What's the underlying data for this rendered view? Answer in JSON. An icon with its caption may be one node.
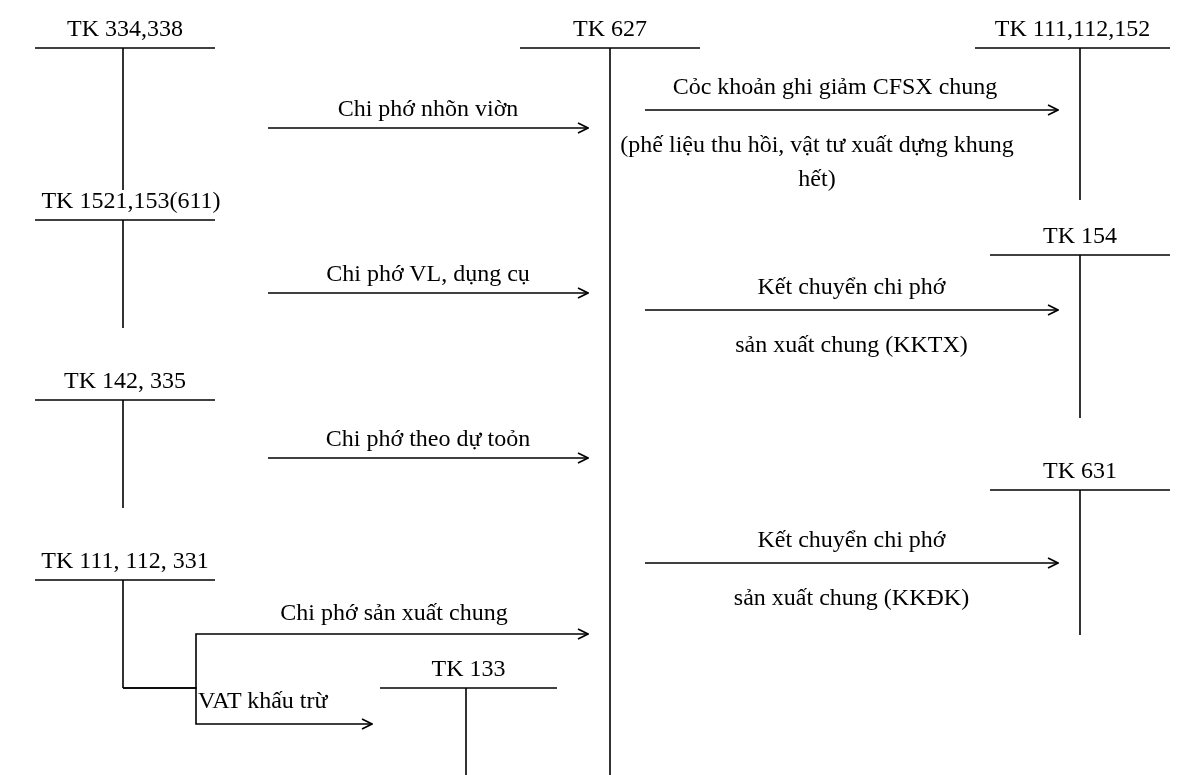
{
  "diagram": {
    "nodes": [
      {
        "text": [
          "TK 334,338"
        ]
      },
      {
        "text": [
          "TK 627"
        ]
      },
      {
        "text": [
          "TK 111,112,152"
        ]
      },
      {
        "text": [
          "TK 1521,153(611)"
        ]
      },
      {
        "text": [
          "TK 154"
        ]
      },
      {
        "text": [
          "TK 142, 335"
        ]
      },
      {
        "text": [
          "TK 631"
        ]
      },
      {
        "text": [
          "TK 111, 112, 331"
        ]
      },
      {
        "text": [
          "TK 133"
        ]
      }
    ],
    "edges": [
      {
        "from": 0,
        "to": 1,
        "arrow": "to",
        "label": "Chi phớ nhõn viờn"
      },
      {
        "from": 3,
        "to": 1,
        "arrow": "to",
        "label": "Chi phớ VL, dụng cụ"
      },
      {
        "from": 5,
        "to": 1,
        "arrow": "to",
        "label": "Chi phớ theo dự toỏn"
      },
      {
        "from": 7,
        "to": 1,
        "arrow": "to",
        "label": "Chi phớ sản xuất chung"
      },
      {
        "from": 7,
        "to": 8,
        "arrow": "to",
        "label": "VAT khấu trừ"
      },
      {
        "from": 1,
        "to": 2,
        "arrow": "to",
        "label": "Cỏc khoản ghi giảm CFSX chung"
      },
      {
        "from": 1,
        "to": 4,
        "arrow": "to",
        "label": "Kết chuyển chi phớ"
      },
      {
        "from": 1,
        "to": 6,
        "arrow": "to",
        "label": "Kết chuyển chi phớ"
      }
    ],
    "labels": [
      "(phế liệu thu hồi, vật tư xuất dựng khung hết)",
      "sản xuất chung (KKTX)",
      "sản xuất chung (KKĐK)"
    ]
  }
}
